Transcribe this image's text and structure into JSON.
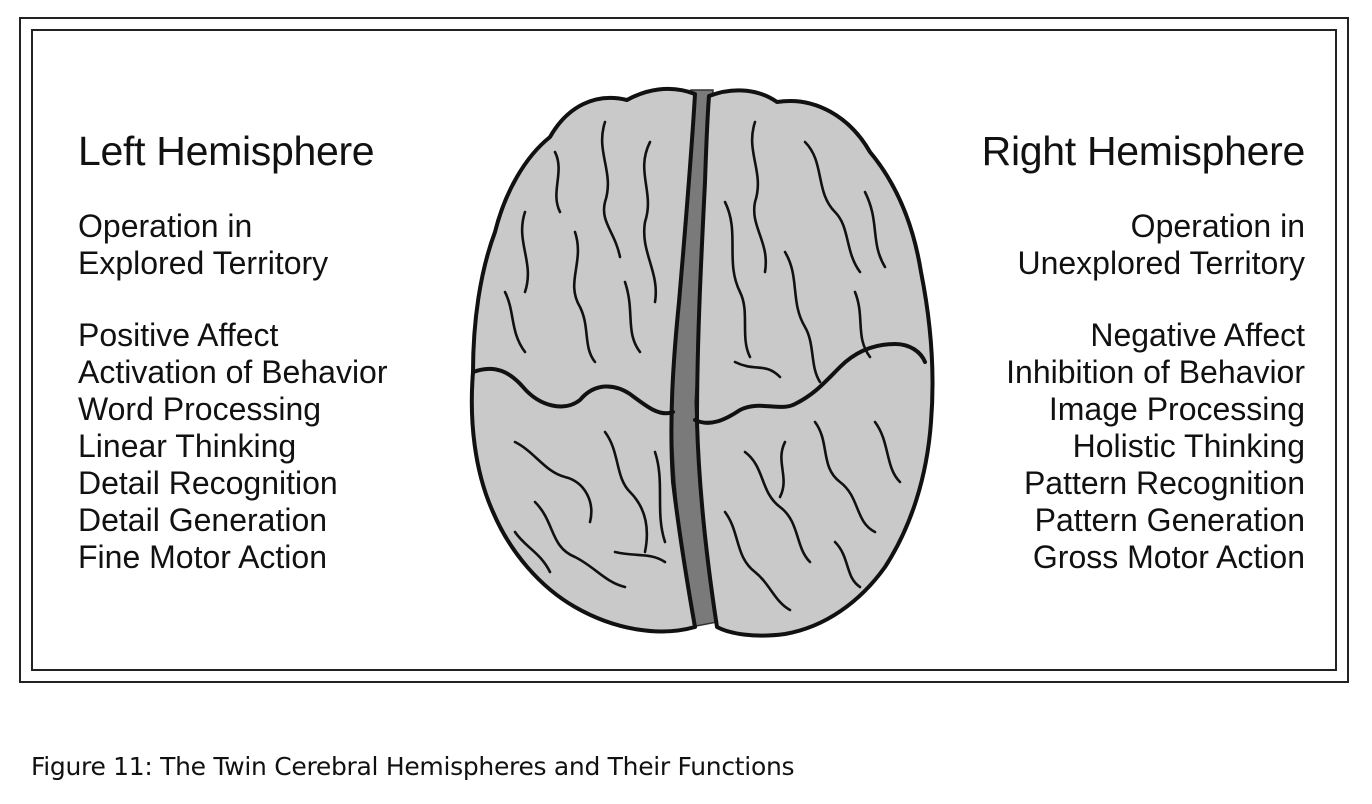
{
  "left": {
    "title": "Left Hemisphere",
    "territory": [
      "Operation in",
      "Explored Territory"
    ],
    "functions": [
      "Positive Affect",
      "Activation of Behavior",
      "Word Processing",
      "Linear Thinking",
      "Detail Recognition",
      "Detail Generation",
      "Fine Motor Action"
    ]
  },
  "right": {
    "title": "Right Hemisphere",
    "territory": [
      "Operation in",
      "Unexplored Territory"
    ],
    "functions": [
      "Negative Affect",
      "Inhibition of Behavior",
      "Image Processing",
      "Holistic Thinking",
      "Pattern Recognition",
      "Pattern Generation",
      "Gross Motor Action"
    ]
  },
  "caption": "Figure 11: The Twin Cerebral Hemispheres and Their Functions",
  "colors": {
    "brain_fill": "#c9c9c9",
    "fissure": "#7a7a7a",
    "outline": "#111111"
  },
  "icons": {
    "illustration": "brain-top-view-icon"
  }
}
